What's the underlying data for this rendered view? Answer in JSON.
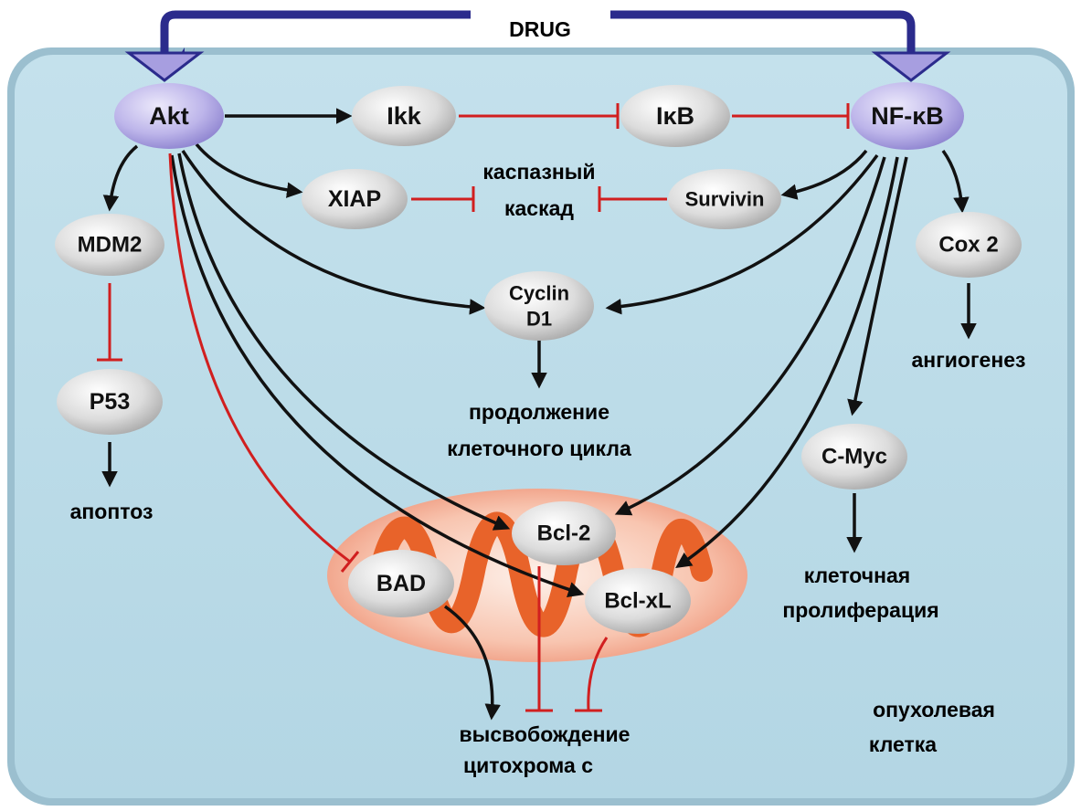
{
  "title": "DRUG",
  "colors": {
    "cell_fill": "#b9dbe8",
    "bracket": "#2b2b8c",
    "activation": "#111111",
    "inhibition": "#d11f1f",
    "mito": "#e8632a"
  },
  "nodes": {
    "akt": "Akt",
    "ikk": "Ikk",
    "ikb": "IκB",
    "nfkb": "NF-κB",
    "xiap": "XIAP",
    "survivin": "Survivin",
    "mdm2": "MDM2",
    "p53": "P53",
    "cox2": "Cox 2",
    "cyclin_line1": "Cyclin",
    "cyclin_line2": "D1",
    "cmyc": "C-Myc",
    "bcl2": "Bcl-2",
    "bclxl": "Bcl-xL",
    "bad": "BAD"
  },
  "labels": {
    "caspase_1": "каспазный",
    "caspase_2": "каскад",
    "apoptosis": "апоптоз",
    "cell_cycle_1": "продолжение",
    "cell_cycle_2": "клеточного цикла",
    "angiogenesis": "ангиогенез",
    "proliferation_1": "клеточная",
    "proliferation_2": "пролиферация",
    "cytochrome_1": "высвобождение",
    "cytochrome_2": "цитохрома с",
    "tumor_1": "опухолевая",
    "tumor_2": "клетка"
  }
}
